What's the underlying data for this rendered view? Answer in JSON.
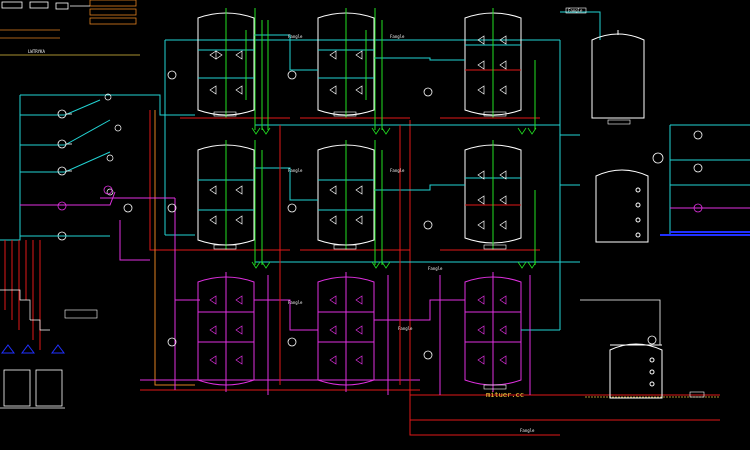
{
  "drawing": {
    "background": "#000000",
    "line_colors": {
      "cyan": "#22d3d3",
      "green": "#22e022",
      "red": "#e01818",
      "magenta": "#e030e0",
      "white": "#ffffff",
      "yellow": "#e0c040",
      "blue": "#2030ff",
      "orange": "#e08020"
    },
    "legend_labels": [
      "LWTRYKA",
      "",
      "",
      ""
    ],
    "pipe_labels": [
      "Fangle",
      "Fangle",
      "Fangle",
      "Fangle",
      "Fangle",
      "Fangle",
      "Fangle",
      "Fangle",
      "Fangle"
    ],
    "watermark": "mituer.cc"
  }
}
